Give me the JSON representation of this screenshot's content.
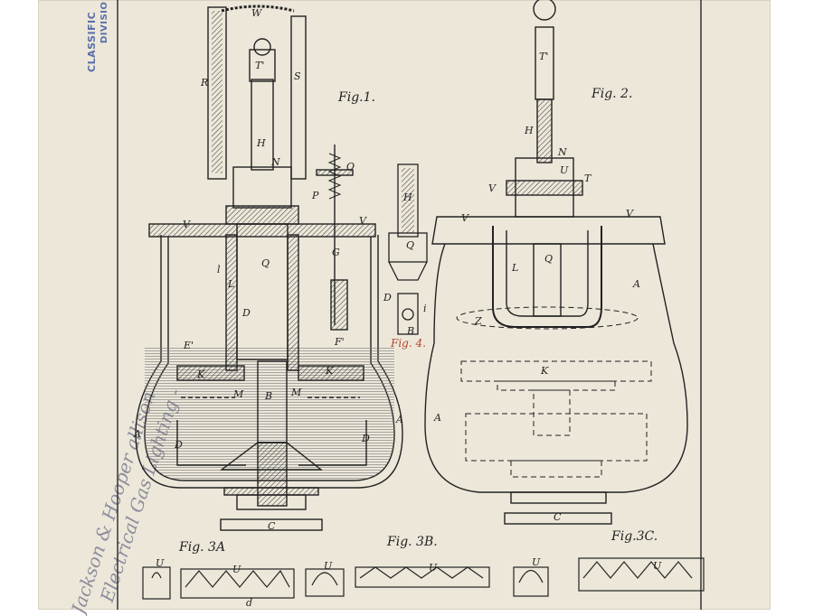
{
  "stamp": {
    "line1": "CLASSIFIC",
    "line2": "DIVISIO"
  },
  "margin_note": {
    "line1": "Jackson & Hooper allison",
    "line2": "Electrical Gas Lighting -"
  },
  "figures": {
    "fig1": "Fig.1.",
    "fig2": "Fig. 2.",
    "fig3a": "Fig. 3A",
    "fig3b": "Fig. 3B.",
    "fig3c": "Fig.3C.",
    "fig4": "Fig. 4."
  },
  "letters": {
    "W": "W",
    "R": "R",
    "S": "S",
    "T1": "T'",
    "H": "H",
    "N": "N",
    "O": "O",
    "P": "P",
    "V": "V",
    "L": "L",
    "l": "l",
    "Q": "Q",
    "G": "G",
    "D": "D",
    "E": "E'",
    "F": "F'",
    "K": "K",
    "M": "M",
    "B": "B",
    "A": "A",
    "C": "C",
    "U": "U",
    "Z": "Z",
    "T": "T",
    "i": "i",
    "d": "d"
  }
}
